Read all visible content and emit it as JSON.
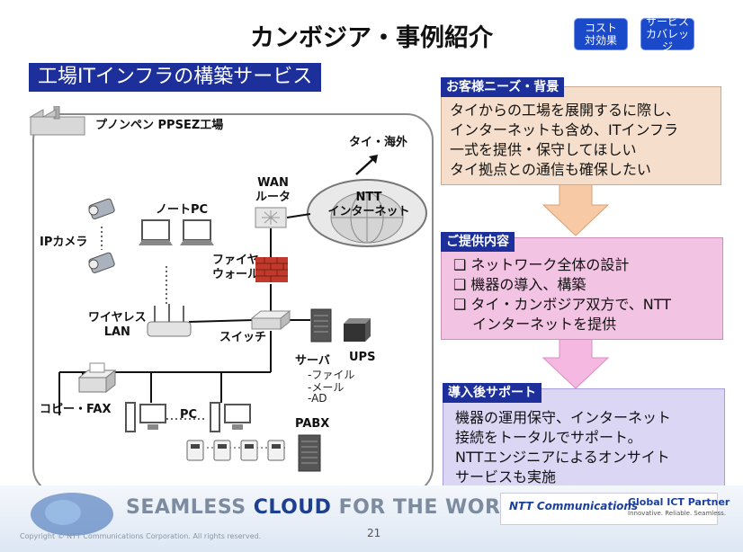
{
  "header": {
    "title": "カンボジア・事例紹介",
    "tags": [
      "コスト\n対効果",
      "サービス\nカバレッジ"
    ]
  },
  "subtitle": "工場ITインフラの構築サービス",
  "diagram": {
    "factory_label": "プノンペン PPSEZ工場",
    "thai_label": "タイ・海外",
    "wan_label": "WAN\nルータ",
    "ntt_label": "NTT\nインターネット",
    "notepc_label": "ノートPC",
    "ipcam_label": "IPカメラ",
    "firewall_label": "ファイヤ\nウォール",
    "wireless_label": "ワイヤレス\nLAN",
    "switch_label": "スイッチ",
    "server_label": "サーバ",
    "ups_label": "UPS",
    "server_items": [
      "-ファイル",
      "-メール",
      "-AD"
    ],
    "copy_label": "コピー・FAX",
    "pc_label": "PC",
    "pabx_label": "PABX"
  },
  "sections": {
    "needs": {
      "heading": "お客様ニーズ・背景",
      "lines": [
        "タイからの工場を展開するに際し、",
        "インターネットも含め、ITインフラ",
        "一式を提供・保守してほしい",
        "タイ拠点との通信も確保したい"
      ]
    },
    "provided": {
      "heading": "ご提供内容",
      "items": [
        "❑ ネットワーク全体の設計",
        "❑ 機器の導入、構築",
        "❑ タイ・カンボジア双方で、NTT",
        "　 インターネットを提供"
      ]
    },
    "support": {
      "heading": "導入後サポート",
      "lines": [
        "機器の運用保守、インターネット",
        "接続をトータルでサポート。",
        "NTTエンジニアによるオンサイト",
        "サービスも実施"
      ]
    }
  },
  "footer": {
    "slogan_a": "SEAMLESS ",
    "slogan_b": "CLOUD",
    "slogan_c": " FOR THE WORLD",
    "page": "21",
    "copyright": "Copyright © NTT Communications Corporation. All rights reserved.",
    "ntt_logo": "NTT Communications",
    "partner": "Global ICT Partner",
    "partner_sub": "Innovative. Reliable. Seamless."
  },
  "colors": {
    "brand_blue": "#1c2f9a",
    "needs_bg": "#f5dfcc",
    "provided_bg": "#f2c3e3",
    "support_bg": "#dcd6f5"
  }
}
